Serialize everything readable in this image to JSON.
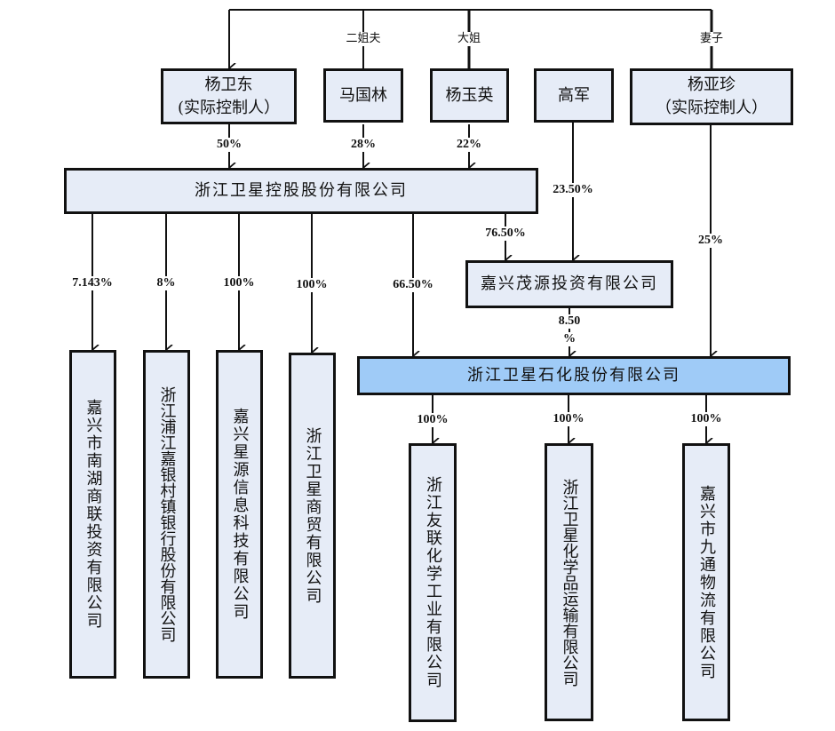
{
  "people": {
    "yang_weidong": {
      "name": "杨卫东",
      "note": "(实际控制人）"
    },
    "ma_guolin": {
      "name": "马国林"
    },
    "yang_yuying": {
      "name": "杨玉英"
    },
    "gao_jun": {
      "name": "高军"
    },
    "yang_yazhen": {
      "name": "杨亚珍",
      "note": "（实际控制人）"
    }
  },
  "relations": {
    "ma_guolin": "二姐夫",
    "yang_yuying": "大姐",
    "yang_yazhen": "妻子"
  },
  "companies": {
    "holding": "浙江卫星控股股份有限公司",
    "maoyuan": "嘉兴茂源投资有限公司",
    "petrochem": "浙江卫星石化股份有限公司",
    "nanhu": "嘉兴市南湖商联投资有限公司",
    "pujiang_bank": "浙江浦江嘉银村镇银行股份有限公司",
    "xingyuan": "嘉兴星源信息科技有限公司",
    "trade": "浙江卫星商贸有限公司",
    "youlian": "浙江友联化学工业有限公司",
    "transport": "浙江卫星化学品运输有限公司",
    "jiutong": "嘉兴市九通物流有限公司"
  },
  "stakes": {
    "yang_weidong_to_holding": "50%",
    "ma_guolin_to_holding": "28%",
    "yang_yuying_to_holding": "22%",
    "gao_jun_to_maoyuan": "23.50%",
    "holding_to_maoyuan": "76.50%",
    "yang_yazhen_to_petrochem": "25%",
    "maoyuan_to_petrochem_a": "8.50",
    "maoyuan_to_petrochem_b": "%",
    "holding_to_nanhu": "7.143%",
    "holding_to_bank": "8%",
    "holding_to_xingyuan": "100%",
    "holding_to_trade": "100%",
    "holding_to_petrochem": "66.50%",
    "petrochem_to_youlian": "100%",
    "petrochem_to_transport": "100%",
    "petrochem_to_jiutong": "100%"
  }
}
